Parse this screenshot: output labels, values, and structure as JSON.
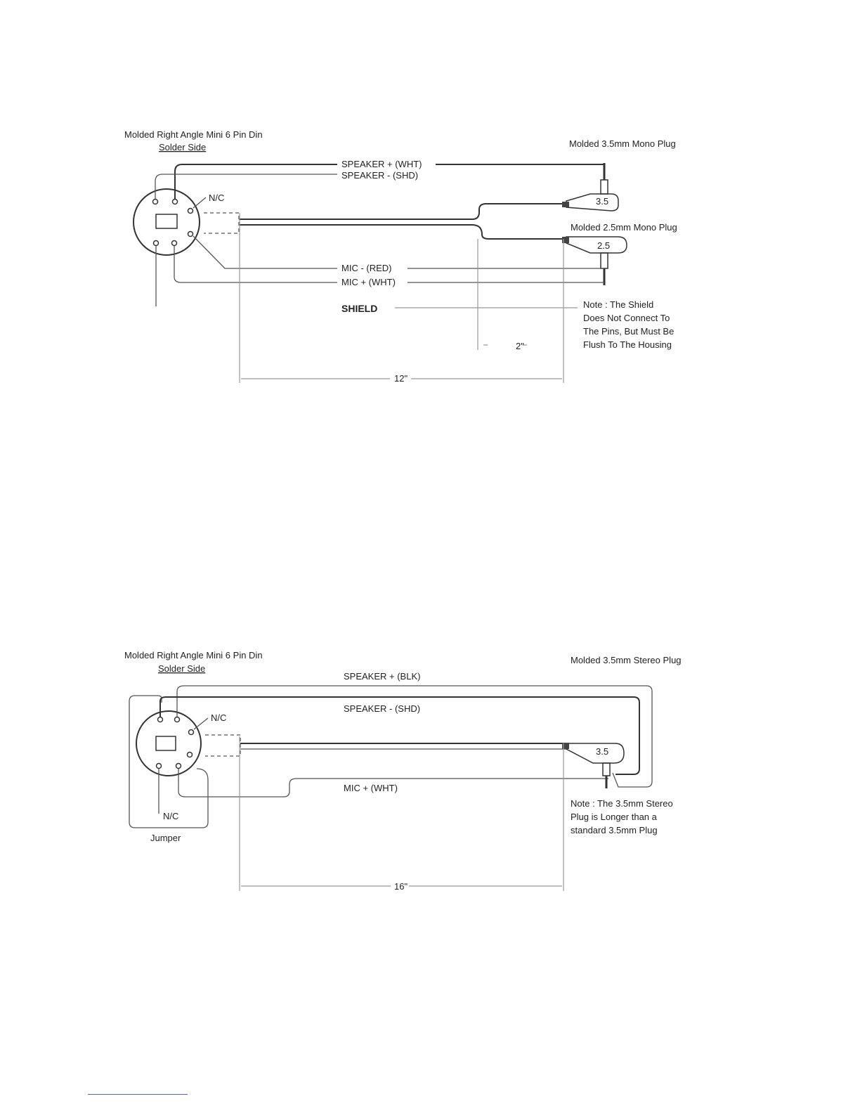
{
  "diagram_1": {
    "connector_title": "Molded Right Angle Mini 6 Pin Din",
    "connector_subtitle": "Solder Side",
    "plug_top_label": "Molded 3.5mm Mono Plug",
    "plug_top_size": "3.5",
    "plug_bottom_label": "Molded 2.5mm Mono Plug",
    "plug_bottom_size": "2.5",
    "speaker_plus": "SPEAKER + (WHT)",
    "speaker_minus": "SPEAKER - (SHD)",
    "mic_minus": "MIC - (RED)",
    "mic_plus": "MIC + (WHT)",
    "shield": "SHIELD",
    "nc": "N/C",
    "note_line1": "Note : The Shield",
    "note_line2": "Does Not Connect To",
    "note_line3": "The Pins, But Must Be",
    "note_line4": "Flush To The Housing",
    "dim_short": "2\"",
    "dim_long": "12\""
  },
  "diagram_2": {
    "connector_title": "Molded Right Angle Mini 6 Pin Din",
    "connector_subtitle": "Solder Side",
    "plug_label": "Molded 3.5mm Stereo Plug",
    "plug_size": "3.5",
    "speaker_plus": "SPEAKER + (BLK)",
    "speaker_minus": "SPEAKER - (SHD)",
    "mic_plus": "MIC + (WHT)",
    "nc": "N/C",
    "nc_bottom": "N/C",
    "jumper": "Jumper",
    "note_line1": "Note : The 3.5mm Stereo",
    "note_line2": "Plug is Longer than a",
    "note_line3": "standard 3.5mm Plug",
    "dim": "16\""
  }
}
